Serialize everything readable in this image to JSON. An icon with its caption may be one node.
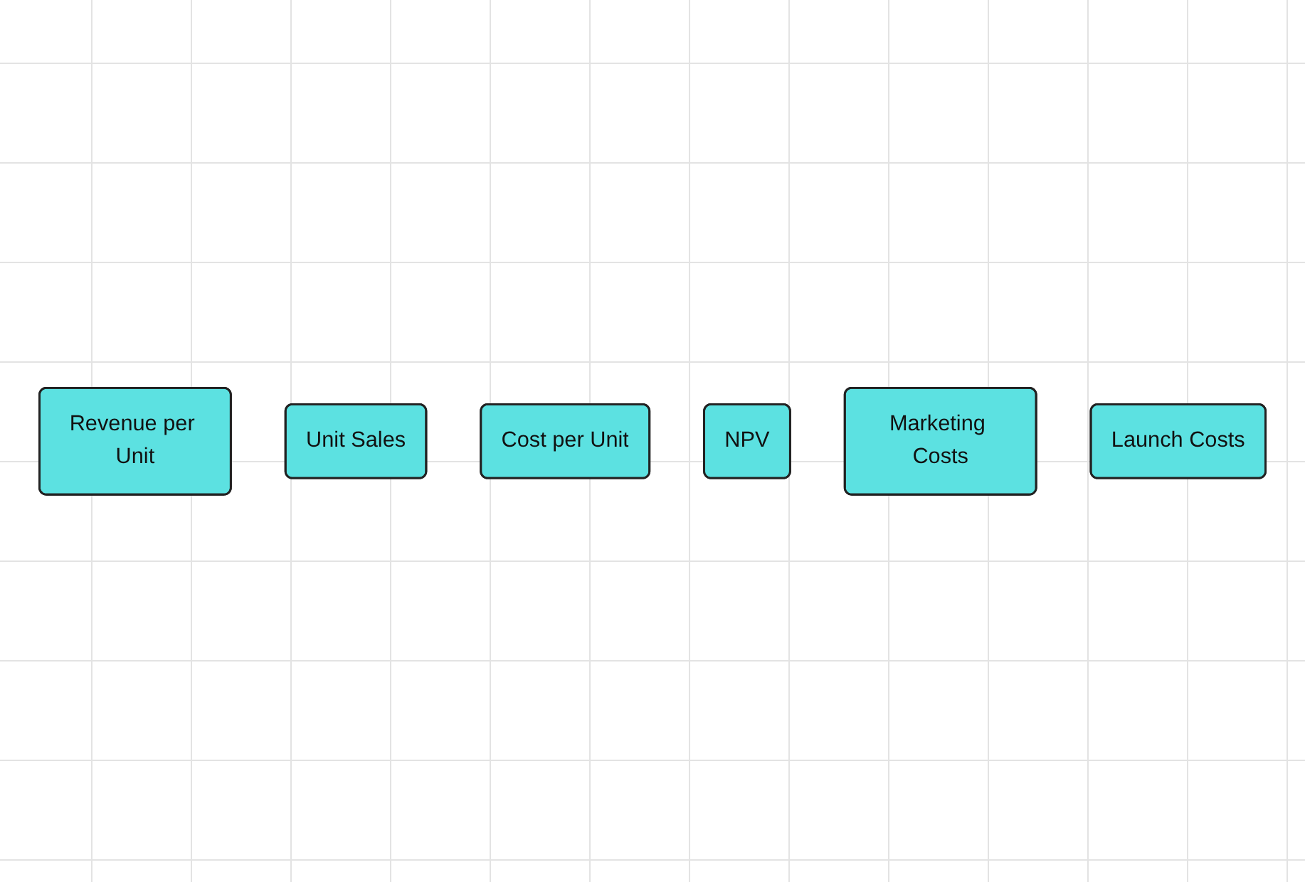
{
  "diagram": {
    "nodes": [
      {
        "text": [
          "Revenue per Unit"
        ]
      },
      {
        "text": [
          "Unit Sales"
        ]
      },
      {
        "text": [
          "Cost per Unit"
        ]
      },
      {
        "text": [
          "NPV"
        ]
      },
      {
        "text": [
          "Marketing Costs"
        ]
      },
      {
        "text": [
          "Launch Costs"
        ]
      }
    ]
  }
}
